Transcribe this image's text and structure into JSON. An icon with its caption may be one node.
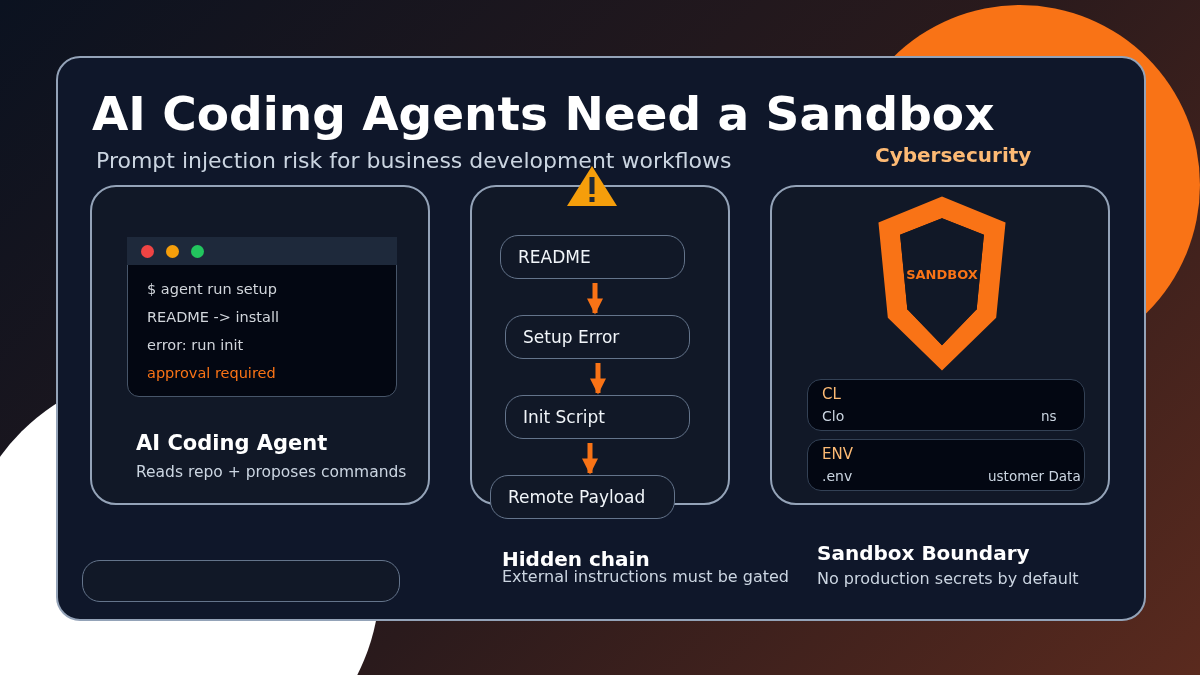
{
  "diagram": {
    "title": "AI Coding Agents Need a Sandbox",
    "nodes": [
      {
        "text": [
          "AI Coding Agent",
          "Reads repo + proposes commands"
        ]
      },
      {
        "text": [
          "$ agent run setup",
          "README -> install",
          "error: run init",
          "approval required"
        ],
        "in": 0
      },
      {
        "text": [
          "Hidden chain",
          "External instructions must be gated"
        ]
      },
      {
        "text": [
          "README"
        ],
        "in": 2
      },
      {
        "text": [
          "Setup Error"
        ],
        "in": 2
      },
      {
        "text": [
          "Init Script"
        ],
        "in": 2
      },
      {
        "text": [
          "Remote Payload"
        ]
      },
      {
        "text": [
          "Sandbox Boundary",
          "No production secrets by default"
        ]
      },
      {
        "text": [
          "CL",
          "Clo",
          "ns"
        ],
        "in": 7
      },
      {
        "text": [
          "ENV",
          ".env",
          "ustomer Data"
        ],
        "in": 7
      },
      {
        "text": [
          "SANDBOX"
        ],
        "in": 7
      },
      {
        "text": [],
        "shape": "box"
      }
    ],
    "edges": [
      {
        "from": 3,
        "to": 4,
        "arrow": "to"
      },
      {
        "from": 4,
        "to": 5,
        "arrow": "to"
      },
      {
        "from": 5,
        "to": 6,
        "arrow": "to"
      }
    ],
    "labels": [
      "Prompt injection risk for business development workflows",
      "Cybersecurity"
    ]
  }
}
